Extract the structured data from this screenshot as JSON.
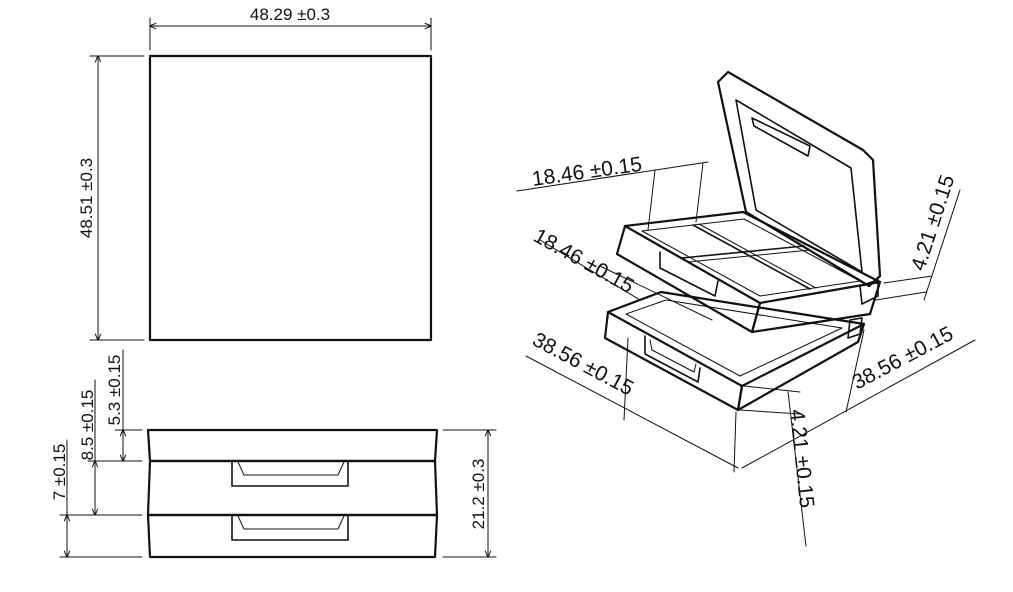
{
  "dimensions": {
    "top_width": "48.29 ±0.3",
    "top_height": "48.51 ±0.3",
    "tier_5_3": "5.3 ±0.15",
    "tier_8_5": "8.5 ±0.15",
    "tier_7": "7 ±0.15",
    "total_height": "21.2 ±0.3",
    "pan_width_a": "18.46 ±0.15",
    "pan_width_b": "18.46 ±0.15",
    "lid_thickness": "4.21 ±0.15",
    "case_width_left": "38.56 ±0.15",
    "case_width_right": "38.56 ±0.15",
    "base_thickness": "4.21 ±0.15"
  }
}
